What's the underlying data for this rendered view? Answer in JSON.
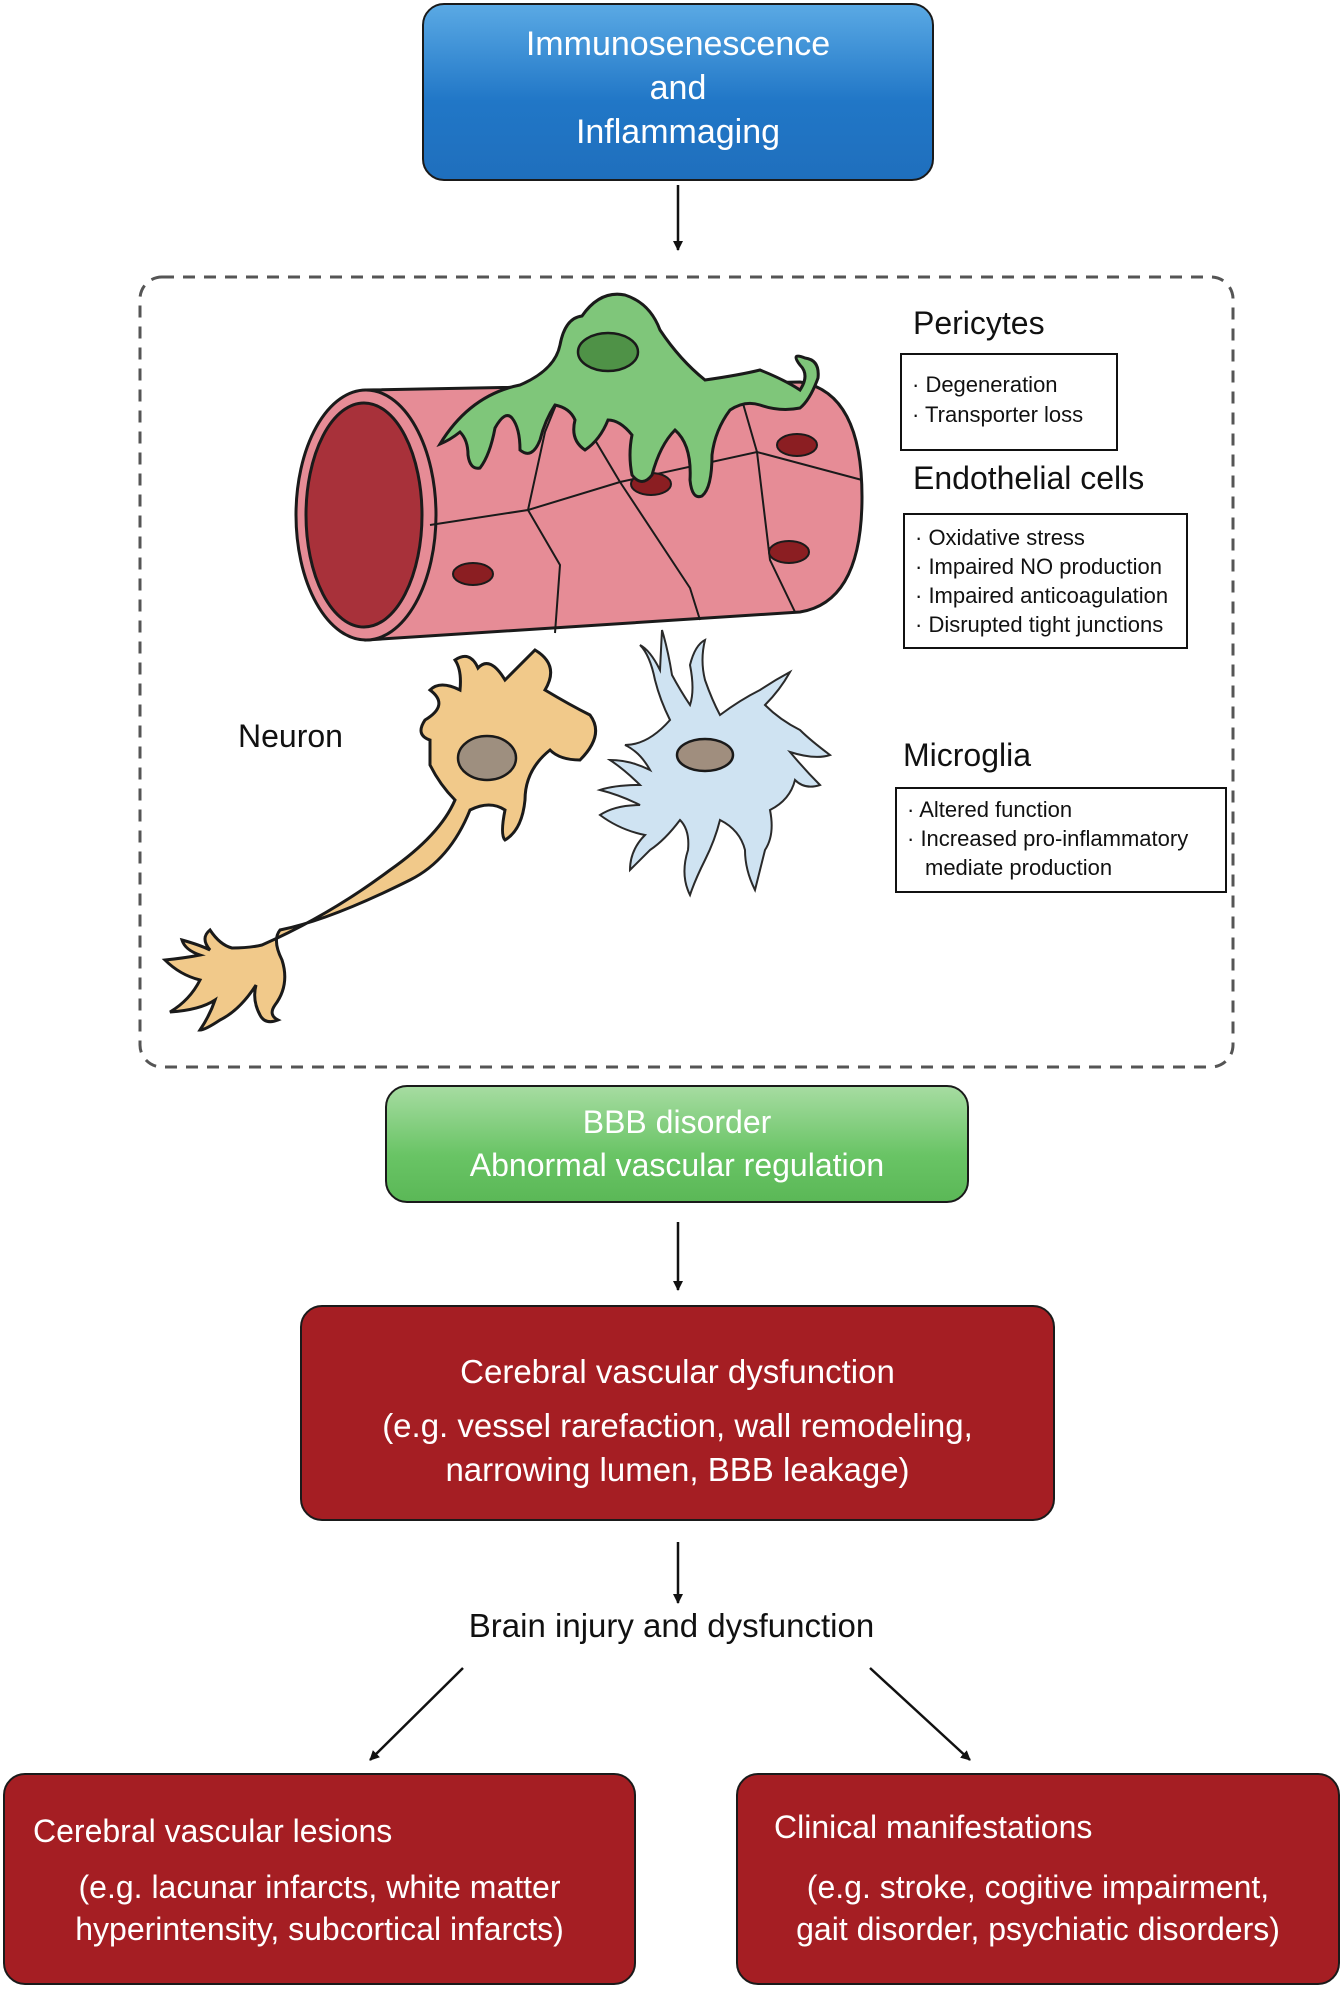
{
  "top": {
    "lines": [
      "Immunosenescence",
      "and",
      "Inflammaging"
    ]
  },
  "panel": {
    "pericytes": {
      "title": "Pericytes",
      "items": [
        "· Degeneration",
        "· Transporter loss"
      ]
    },
    "endothelial": {
      "title": "Endothelial cells",
      "items": [
        "· Oxidative stress",
        "· Impaired NO production",
        "· Impaired  anticoagulation",
        "· Disrupted tight junctions"
      ]
    },
    "microglia": {
      "title": "Microglia",
      "items": [
        "· Altered function",
        "· Increased pro-inflammatory",
        "mediate production"
      ]
    },
    "neuron_label": "Neuron"
  },
  "bbb": {
    "lines": [
      "BBB disorder",
      "Abnormal vascular regulation"
    ]
  },
  "dysfunction": {
    "title": "Cerebral vascular dysfunction",
    "lines": [
      "(e.g. vessel rarefaction, wall remodeling,",
      "narrowing lumen, BBB leakage)"
    ]
  },
  "brain_injury": "Brain injury and dysfunction",
  "lesions": {
    "title": "Cerebral vascular lesions",
    "lines": [
      "(e.g. lacunar infarcts, white matter",
      "hyperintensity, subcortical infarcts)"
    ]
  },
  "clinical": {
    "title": "Clinical manifestations",
    "lines": [
      "(e.g. stroke, cogitive impairment,",
      "gait disorder, psychiatic disorders)"
    ]
  },
  "colors": {
    "blue": "#2177c7",
    "green": "#69c465",
    "red": "#a51e23",
    "vessel": "#e68c96",
    "pericyte": "#7fc67a",
    "neuron": "#f1c98a",
    "microglia": "#cfe3f2"
  }
}
